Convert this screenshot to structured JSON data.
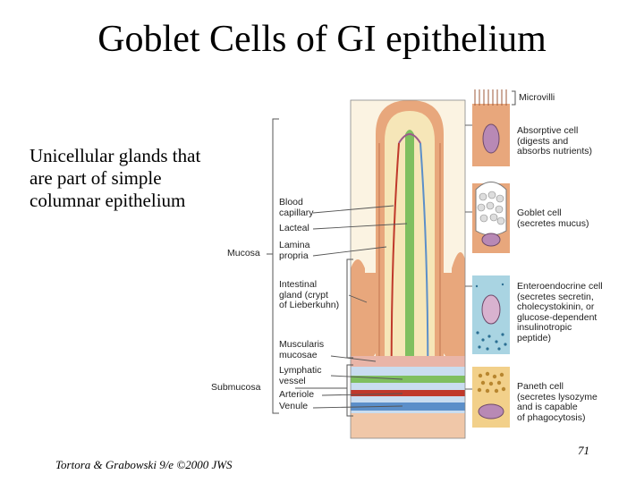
{
  "slide": {
    "title": "Goblet Cells of GI epithelium",
    "body_lines": [
      "Unicellular glands that",
      "are part of simple",
      "columnar epithelium"
    ],
    "credit": "Tortora & Grabowski 9/e ©2000 JWS",
    "page_number": "71"
  },
  "figure": {
    "left_labels": {
      "mucosa": "Mucosa",
      "submucosa": "Submucosa"
    },
    "middle_labels": {
      "blood_capillary": [
        "Blood",
        "capillary"
      ],
      "lacteal": "Lacteal",
      "lamina_propria": [
        "Lamina",
        "propria"
      ],
      "intestinal_gland": [
        "Intestinal",
        "gland (crypt",
        "of Lieberkuhn)"
      ],
      "muscularis_mucosae": [
        "Muscularis",
        "mucosae"
      ],
      "lymphatic_vessel": [
        "Lymphatic",
        "vessel"
      ],
      "arteriole": "Arteriole",
      "venule": "Venule"
    },
    "right_labels": {
      "microvilli": "Microvilli",
      "absorptive_cell": [
        "Absorptive cell",
        "(digests and",
        "absorbs nutrients)"
      ],
      "goblet_cell": [
        "Goblet cell",
        "(secretes mucus)"
      ],
      "enteroendocrine_cell": [
        "Enteroendocrine cell",
        "(secretes secretin,",
        "cholecystokinin, or",
        "glucose-dependent",
        "insulinotropic",
        "peptide)"
      ],
      "paneth_cell": [
        "Paneth cell",
        "(secretes lysozyme",
        "and is capable",
        "of phagocytosis)"
      ]
    },
    "colors": {
      "epithelium": "#e8a77c",
      "lamina_propria": "#f6e6b8",
      "lacteal": "#7fbf5f",
      "capillary_red": "#c0392b",
      "venule_blue": "#5b8fc9",
      "submucosa": "#c9ddf0",
      "goblet": "#d9c7d6",
      "enteroendocrine": "#a9d4e2",
      "paneth": "#f2d08a"
    }
  }
}
